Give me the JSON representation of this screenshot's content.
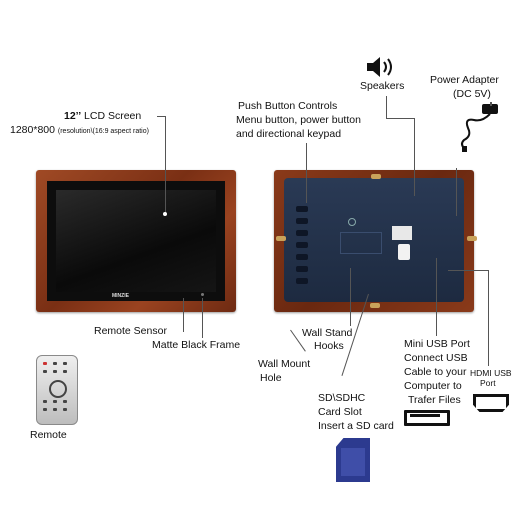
{
  "labels": {
    "lcd_size": "12’’",
    "lcd_title": "LCD Screen",
    "resolution_main": "1280*800",
    "resolution_note": "(resolution\\(16:9 aspect ratio)",
    "push_title": "Push Button Controls",
    "push_line2": "Menu button, power button",
    "push_line3": "and directional keypad",
    "speakers": "Speakers",
    "power_adapter": "Power Adapter",
    "power_spec": "(DC 5V)",
    "remote_sensor": "Remote Sensor",
    "matte_frame": "Matte Black Frame",
    "wall_stand_1": "Wall Stand",
    "wall_stand_2": "Hooks",
    "wall_mount_1": "Wall Mount",
    "wall_mount_2": "Hole",
    "mini_usb_1": "Mini USB Port",
    "mini_usb_2": "Connect USB",
    "mini_usb_3": "Cable to your",
    "mini_usb_4": "Computer to",
    "mini_usb_5": "Trafer Files",
    "hdmi_1": "HDMI USB",
    "hdmi_2": "Port",
    "sd_1": "SD\\SDHC",
    "sd_2": "Card Slot",
    "sd_3": "Insert a SD card",
    "remote": "Remote",
    "logo": "MINZIE"
  },
  "icons": [
    "speaker-icon",
    "power-adapter-icon",
    "remote-control-icon",
    "sd-card-icon",
    "usb-port-icon",
    "hdmi-port-icon"
  ]
}
